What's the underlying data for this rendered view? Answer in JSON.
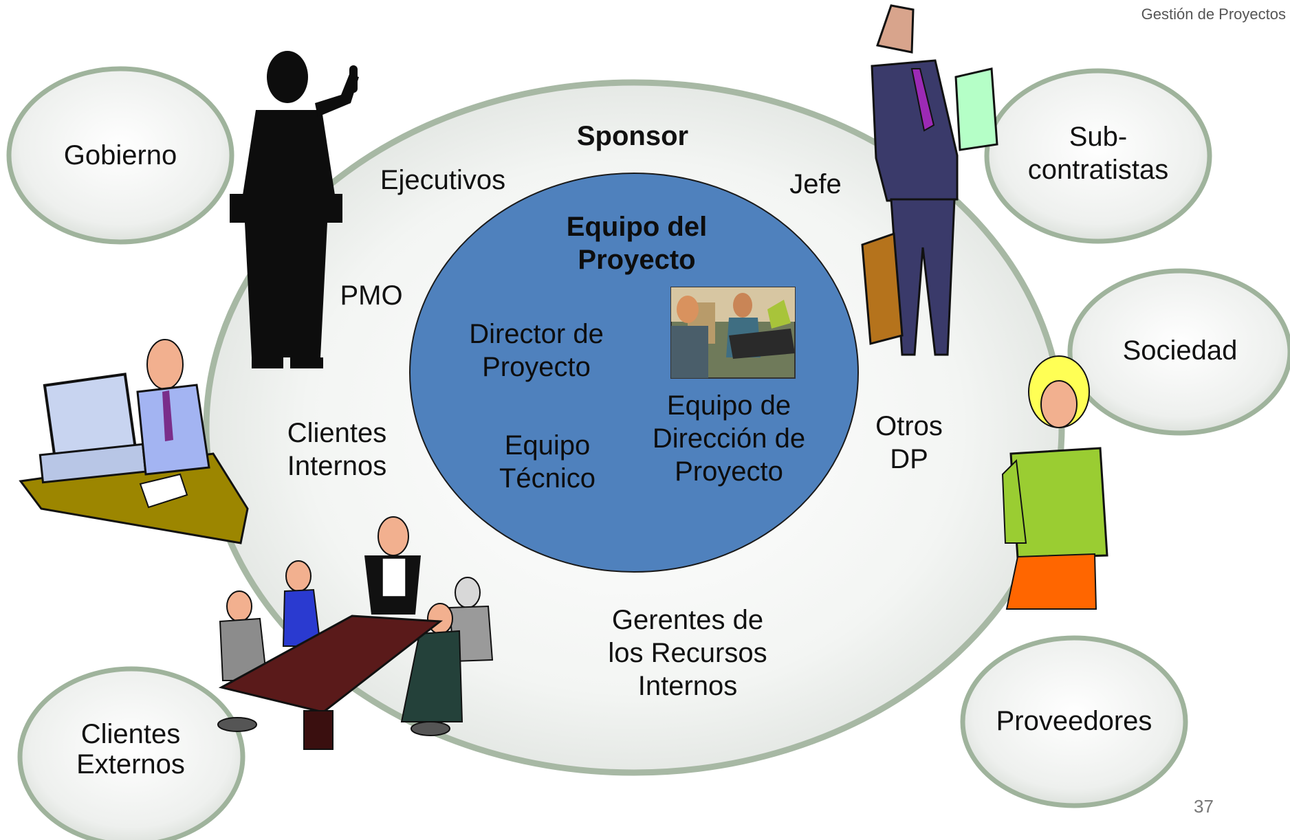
{
  "header": {
    "brand": "Gestión de Proyectos"
  },
  "page_number": "37",
  "colors": {
    "outer_fill": "#eef0ee",
    "outer_stroke": "#a7b8a4",
    "inner_fill": "#4f81bd",
    "inner_stroke": "#1a1a1a",
    "bubble_fill": "#e8ebe8",
    "bubble_stroke": "#9fb39c"
  },
  "external": {
    "gobierno": "Gobierno",
    "subcontratistas_1": "Sub-",
    "subcontratistas_2": "contratistas",
    "sociedad": "Sociedad",
    "proveedores": "Proveedores",
    "clientes_ext_1": "Clientes",
    "clientes_ext_2": "Externos"
  },
  "organization": {
    "sponsor": "Sponsor",
    "ejecutivos": "Ejecutivos",
    "jefe": "Jefe",
    "pmo": "PMO",
    "clientes_int_1": "Clientes",
    "clientes_int_2": "Internos",
    "otros_1": "Otros",
    "otros_2": "DP",
    "gerentes_1": "Gerentes de",
    "gerentes_2": "los Recursos",
    "gerentes_3": "Internos"
  },
  "team": {
    "title_1": "Equipo del",
    "title_2": "Proyecto",
    "director_1": "Director de",
    "director_2": "Proyecto",
    "tecnico_1": "Equipo",
    "tecnico_2": "Técnico",
    "direccion_1": "Equipo de",
    "direccion_2": "Dirección de",
    "direccion_3": "Proyecto"
  },
  "icons": [
    "speaker-at-podium-icon",
    "businessman-with-briefcase-icon",
    "woman-thinking-icon",
    "man-at-computer-icon",
    "meeting-table-icon",
    "office-meeting-photo-icon"
  ]
}
